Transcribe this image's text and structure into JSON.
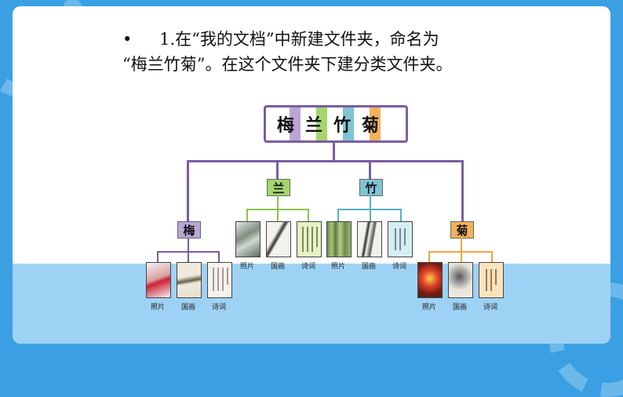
{
  "slide": {
    "bullet": "•",
    "line1": "1.在“我的文档”中新建文件夹，命名为",
    "line2": "“梅兰竹菊”。在这个文件夹下建分类文件夹。"
  },
  "diagram": {
    "root": [
      "梅",
      "兰",
      "竹",
      "菊"
    ],
    "categories": {
      "mei": "梅",
      "lan": "兰",
      "zhu": "竹",
      "ju": "菊"
    },
    "leaves": {
      "photo": "照片",
      "painting": "国画",
      "poem": "诗词"
    }
  },
  "colors": {
    "background": "#3aa0e3",
    "mei": "#b9a6d6",
    "lan": "#a6d56b",
    "zhu": "#7fc4d6",
    "ju": "#f2b25a"
  }
}
